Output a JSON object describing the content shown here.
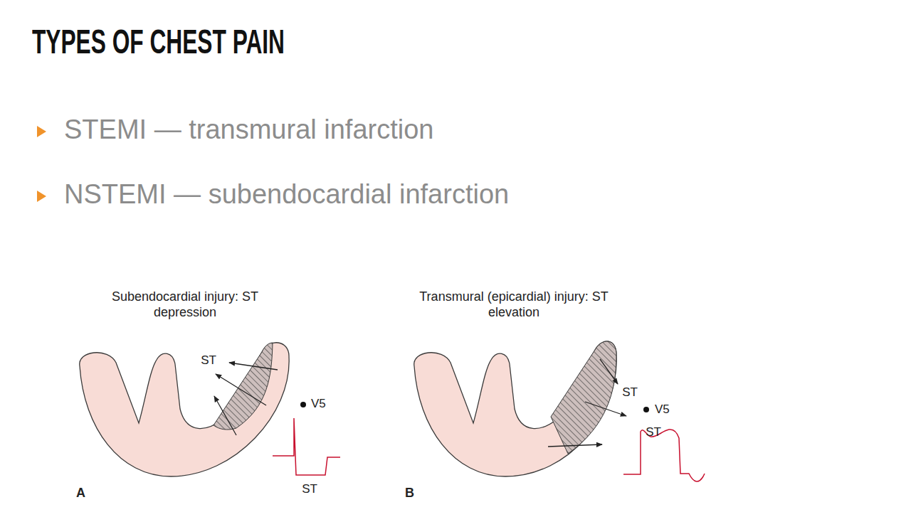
{
  "diagram": {
    "title": "TYPES OF CHEST PAIN",
    "labels": [
      "STEMI — transmural infarction",
      "NSTEMI — subendocardial infarction",
      "Subendocardial injury: ST depression",
      "ST",
      "V5",
      "ST",
      "A",
      "Transmural (epicardial) injury: ST elevation",
      "ST",
      "V5",
      "ST",
      "B"
    ]
  }
}
